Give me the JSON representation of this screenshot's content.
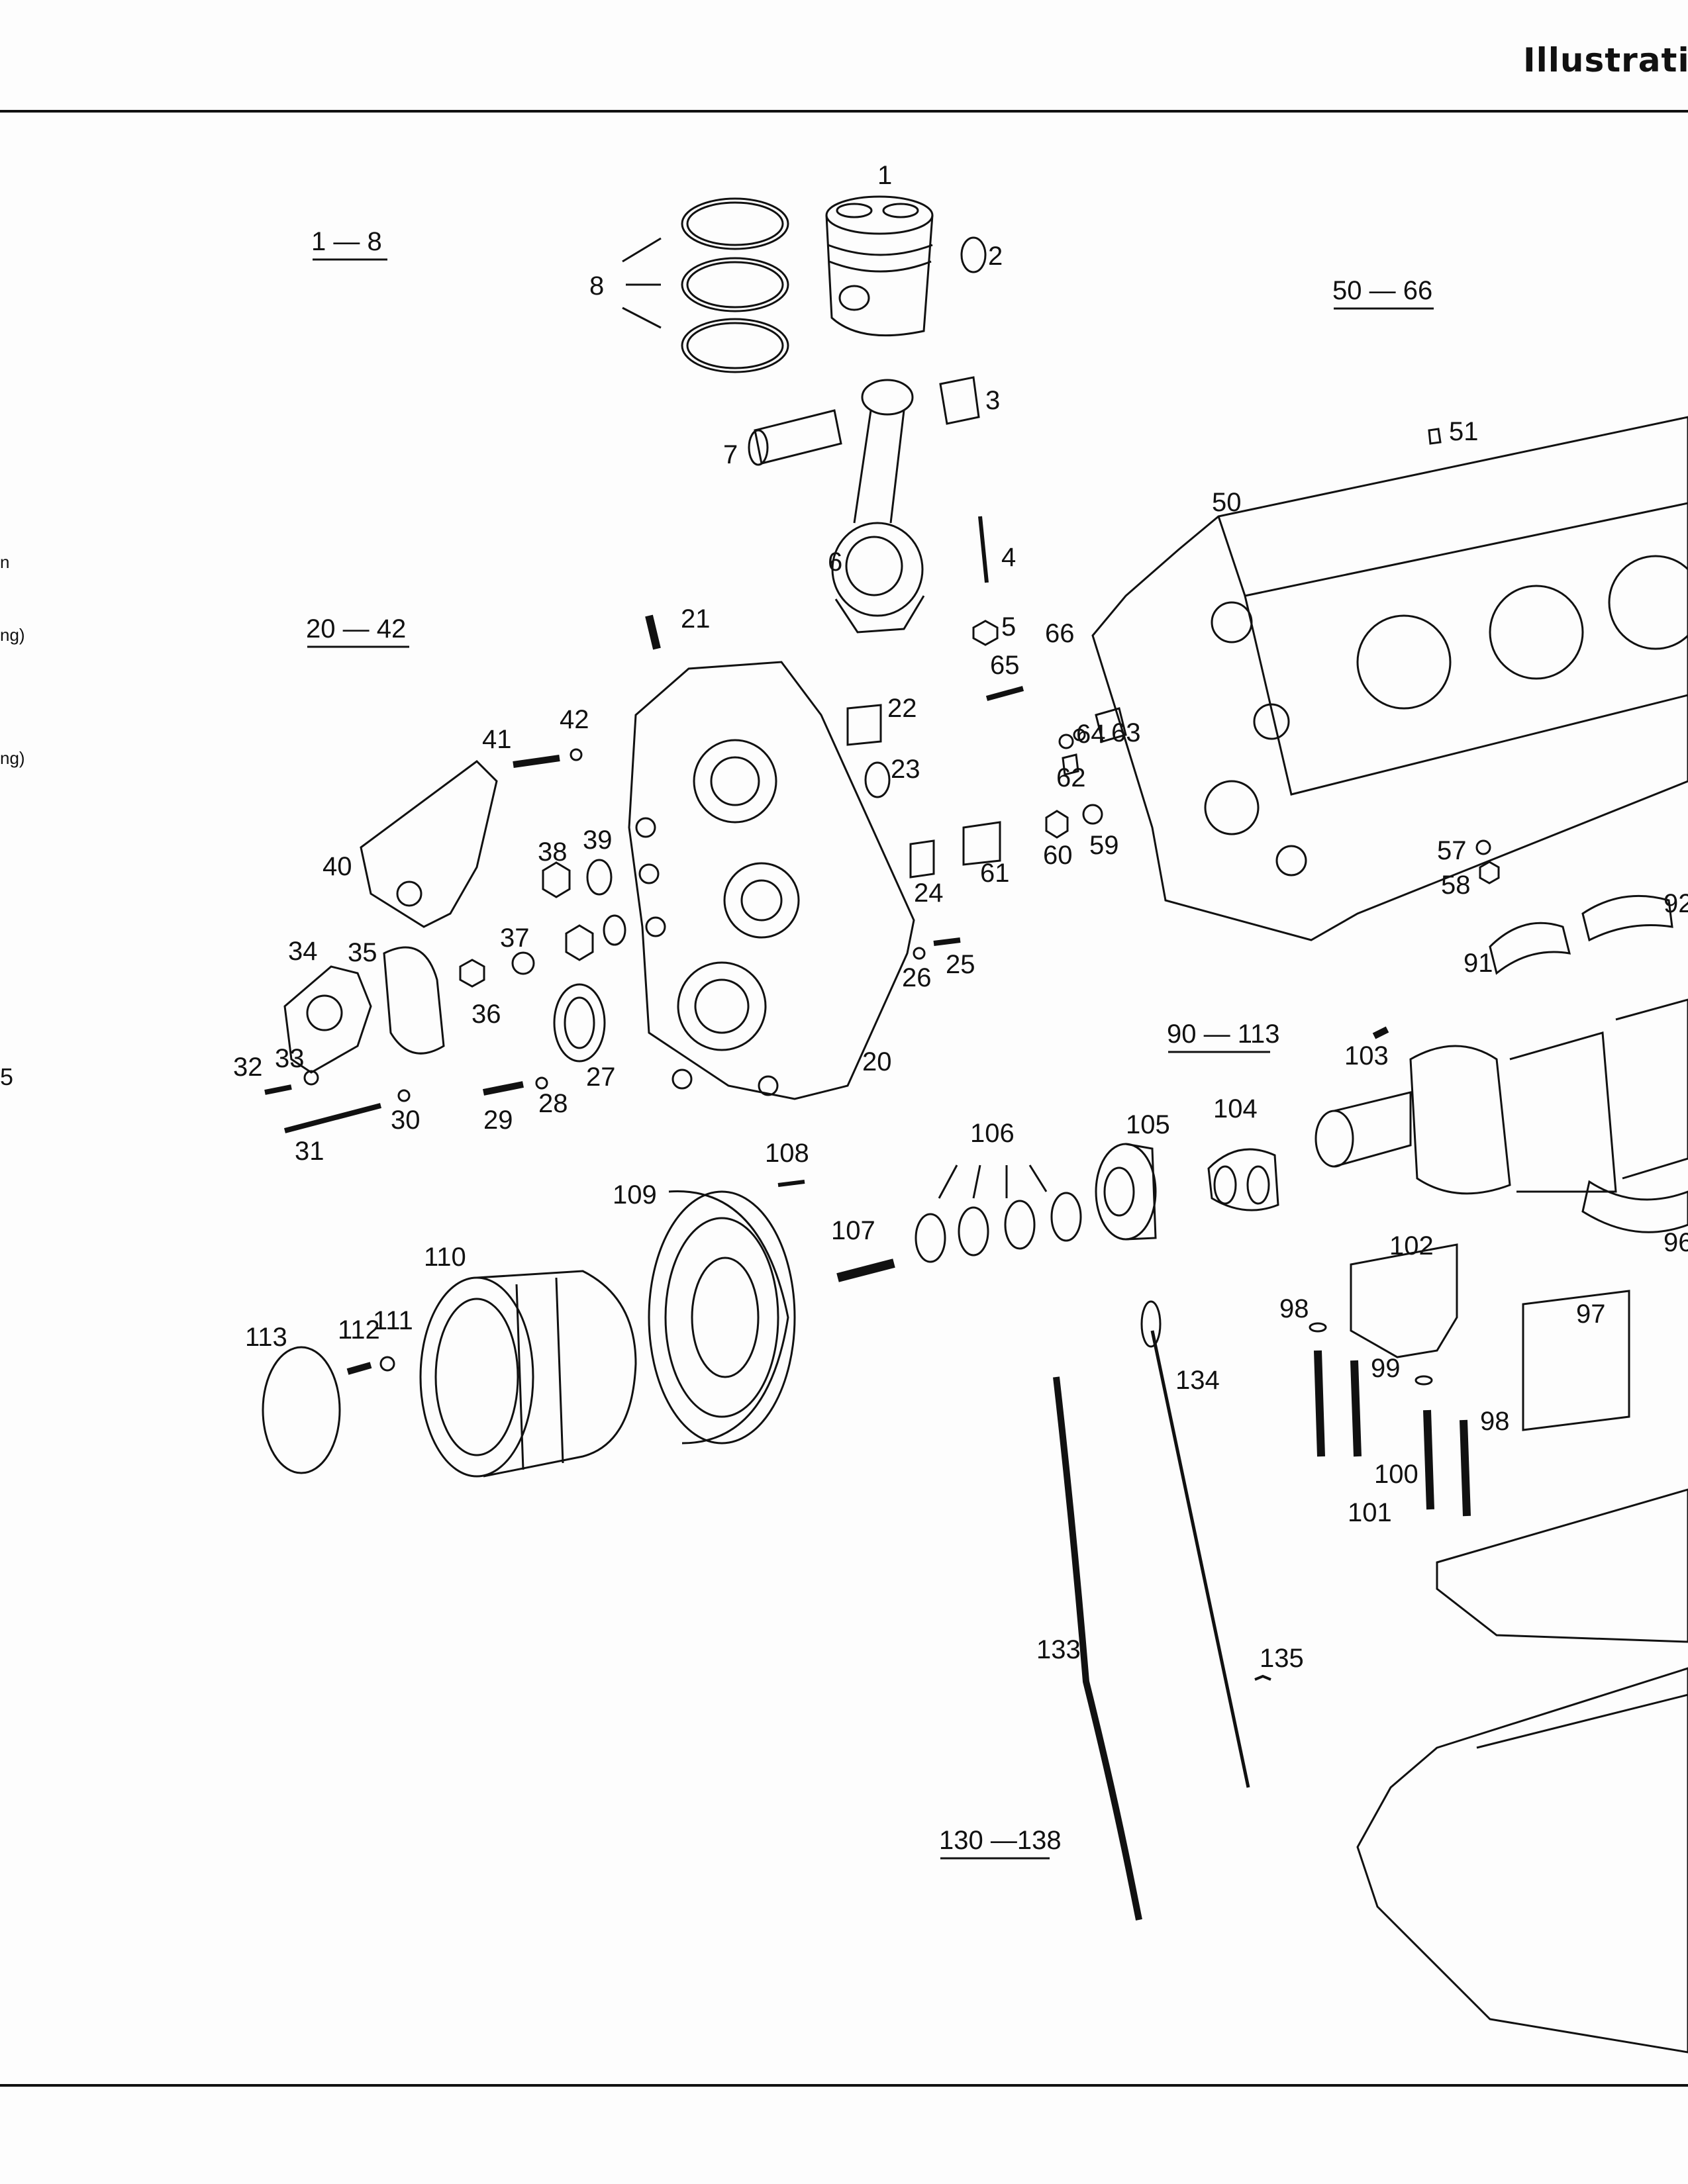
{
  "header": {
    "title": "Illustratio"
  },
  "margin_fragments": [
    "n",
    "ng)",
    "ng)",
    "5"
  ],
  "group_labels": [
    "1 — 8",
    "20 — 42",
    "50 — 66",
    "90 — 113",
    "130 —138"
  ],
  "part_labels": {
    "p1": "1",
    "p2": "2",
    "p3": "3",
    "p4": "4",
    "p5": "5",
    "p6": "6",
    "p7": "7",
    "p8": "8",
    "p20": "20",
    "p21": "21",
    "p22": "22",
    "p23": "23",
    "p24": "24",
    "p25": "25",
    "p26": "26",
    "p27": "27",
    "p28": "28",
    "p29": "29",
    "p30": "30",
    "p31": "31",
    "p32": "32",
    "p33": "33",
    "p34": "34",
    "p35": "35",
    "p36": "36",
    "p37": "37",
    "p38": "38",
    "p39": "39",
    "p40": "40",
    "p41": "41",
    "p42": "42",
    "p50": "50",
    "p51": "51",
    "p57": "57",
    "p58": "58",
    "p59": "59",
    "p60": "60",
    "p61": "61",
    "p62": "62",
    "p63": "63",
    "p64": "64",
    "p65": "65",
    "p66": "66",
    "p91": "91",
    "p92": "92",
    "p96": "96",
    "p97": "97",
    "p98a": "98",
    "p98b": "98",
    "p99": "99",
    "p100": "100",
    "p101": "101",
    "p102": "102",
    "p103": "103",
    "p104": "104",
    "p105": "105",
    "p106": "106",
    "p107": "107",
    "p108": "108",
    "p109": "109",
    "p110": "110",
    "p111": "111",
    "p112": "112",
    "p113": "113",
    "p133": "133",
    "p134": "134",
    "p135": "135"
  }
}
